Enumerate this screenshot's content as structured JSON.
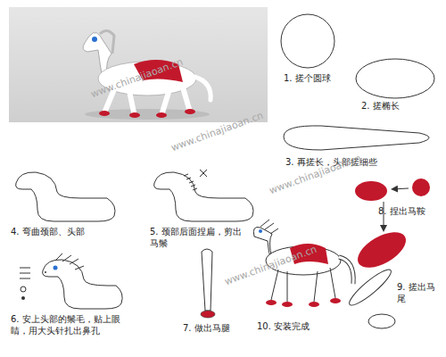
{
  "diagram": {
    "labels": [
      "1. 搓个圆球",
      "2. 搓椭长",
      "3. 再搓长，头部搓细些",
      "4. 弯曲颈部、头部",
      "5. 颈部后面捏扁，剪出马鬃",
      "8. 捏出马鞍",
      "9. 搓出马尾",
      "6. 安上头部的鬃毛，贴上眼睛，用大头针扎出鼻孔",
      "7. 做出马腿",
      "10. 安装完成",
      "www.chinajiaoan.cn",
      "www.chinajiaoan.cn",
      "www.chinajiaoan.cn",
      "www.chinajiaoan.cn"
    ]
  }
}
